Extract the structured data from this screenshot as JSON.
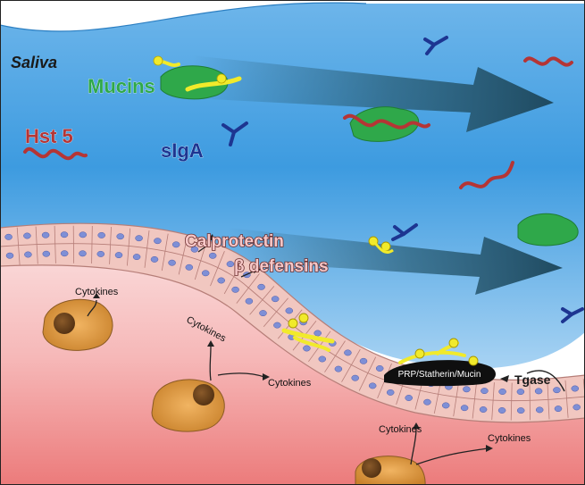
{
  "labels": {
    "saliva": "Saliva",
    "mucins": "Mucins",
    "hst5": "Hst 5",
    "siga": "sIgA",
    "calprotectin": "Calprotectin",
    "defensins": "β defensins",
    "cytokines": "Cytokines",
    "prp_complex": "PRP/Statherin/Mucin",
    "tgase": "Tgase"
  },
  "colors": {
    "saliva_blue": "#3d9be0",
    "saliva_light": "#d9ecfa",
    "tissue_pink": "#f6b8b8",
    "tissue_deep": "#ec7b7b",
    "epithelium": "#f1c7c0",
    "nucleus": "#7e8fd6",
    "mucin_green": "#2fa84a",
    "hst5_red": "#b53535",
    "siga_blue": "#1d3591",
    "yellow_protein": "#f1ea2b",
    "arrow_dark": "#2b5f78",
    "immune_cell": "#d9953e"
  }
}
